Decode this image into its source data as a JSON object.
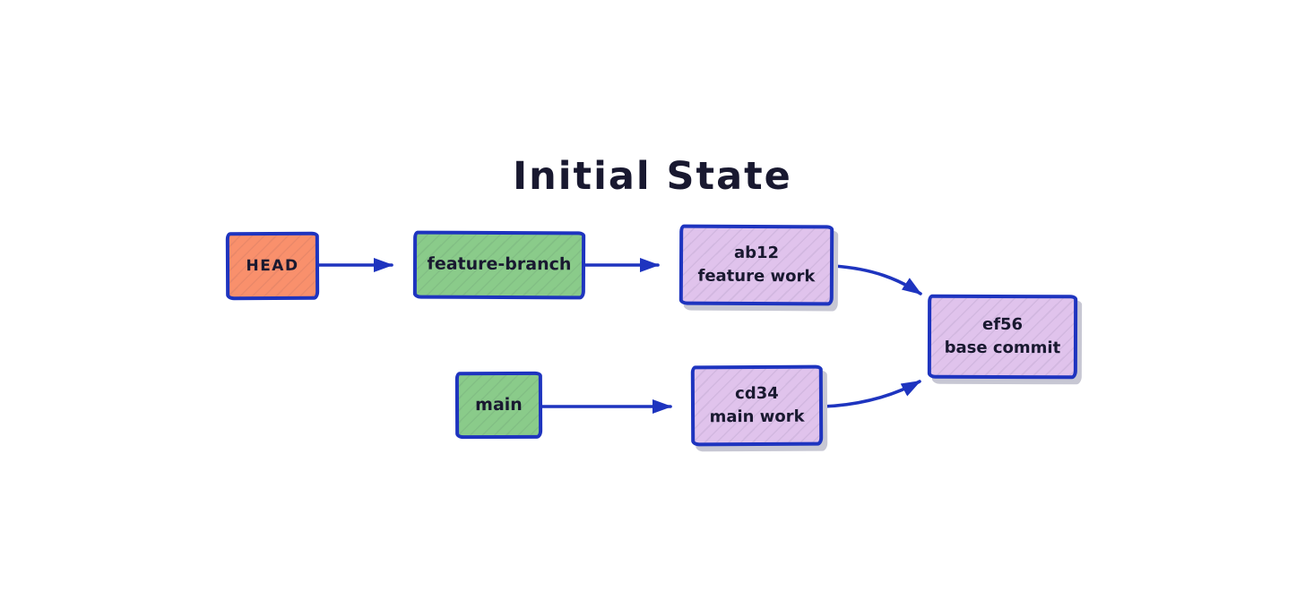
{
  "title": "Initial State",
  "colors": {
    "background": "#ffffff",
    "stroke": "#1e34bf",
    "text": "#191930",
    "head_fill": "#f9906c",
    "branch_fill": "#8acb8a",
    "commit_fill": "#e0c3ec",
    "shadow": "#c7c7d3"
  },
  "nodes": {
    "head": {
      "label": "HEAD"
    },
    "feature_branch": {
      "label": "feature-branch"
    },
    "main_branch": {
      "label": "main"
    },
    "commit_feature": {
      "id": "ab12",
      "message": "feature work"
    },
    "commit_main": {
      "id": "cd34",
      "message": "main work"
    },
    "commit_base": {
      "id": "ef56",
      "message": "base commit"
    }
  },
  "edges": [
    {
      "from": "HEAD",
      "to": "feature-branch"
    },
    {
      "from": "feature-branch",
      "to": "ab12"
    },
    {
      "from": "ab12",
      "to": "ef56"
    },
    {
      "from": "main",
      "to": "cd34"
    },
    {
      "from": "cd34",
      "to": "ef56"
    }
  ]
}
